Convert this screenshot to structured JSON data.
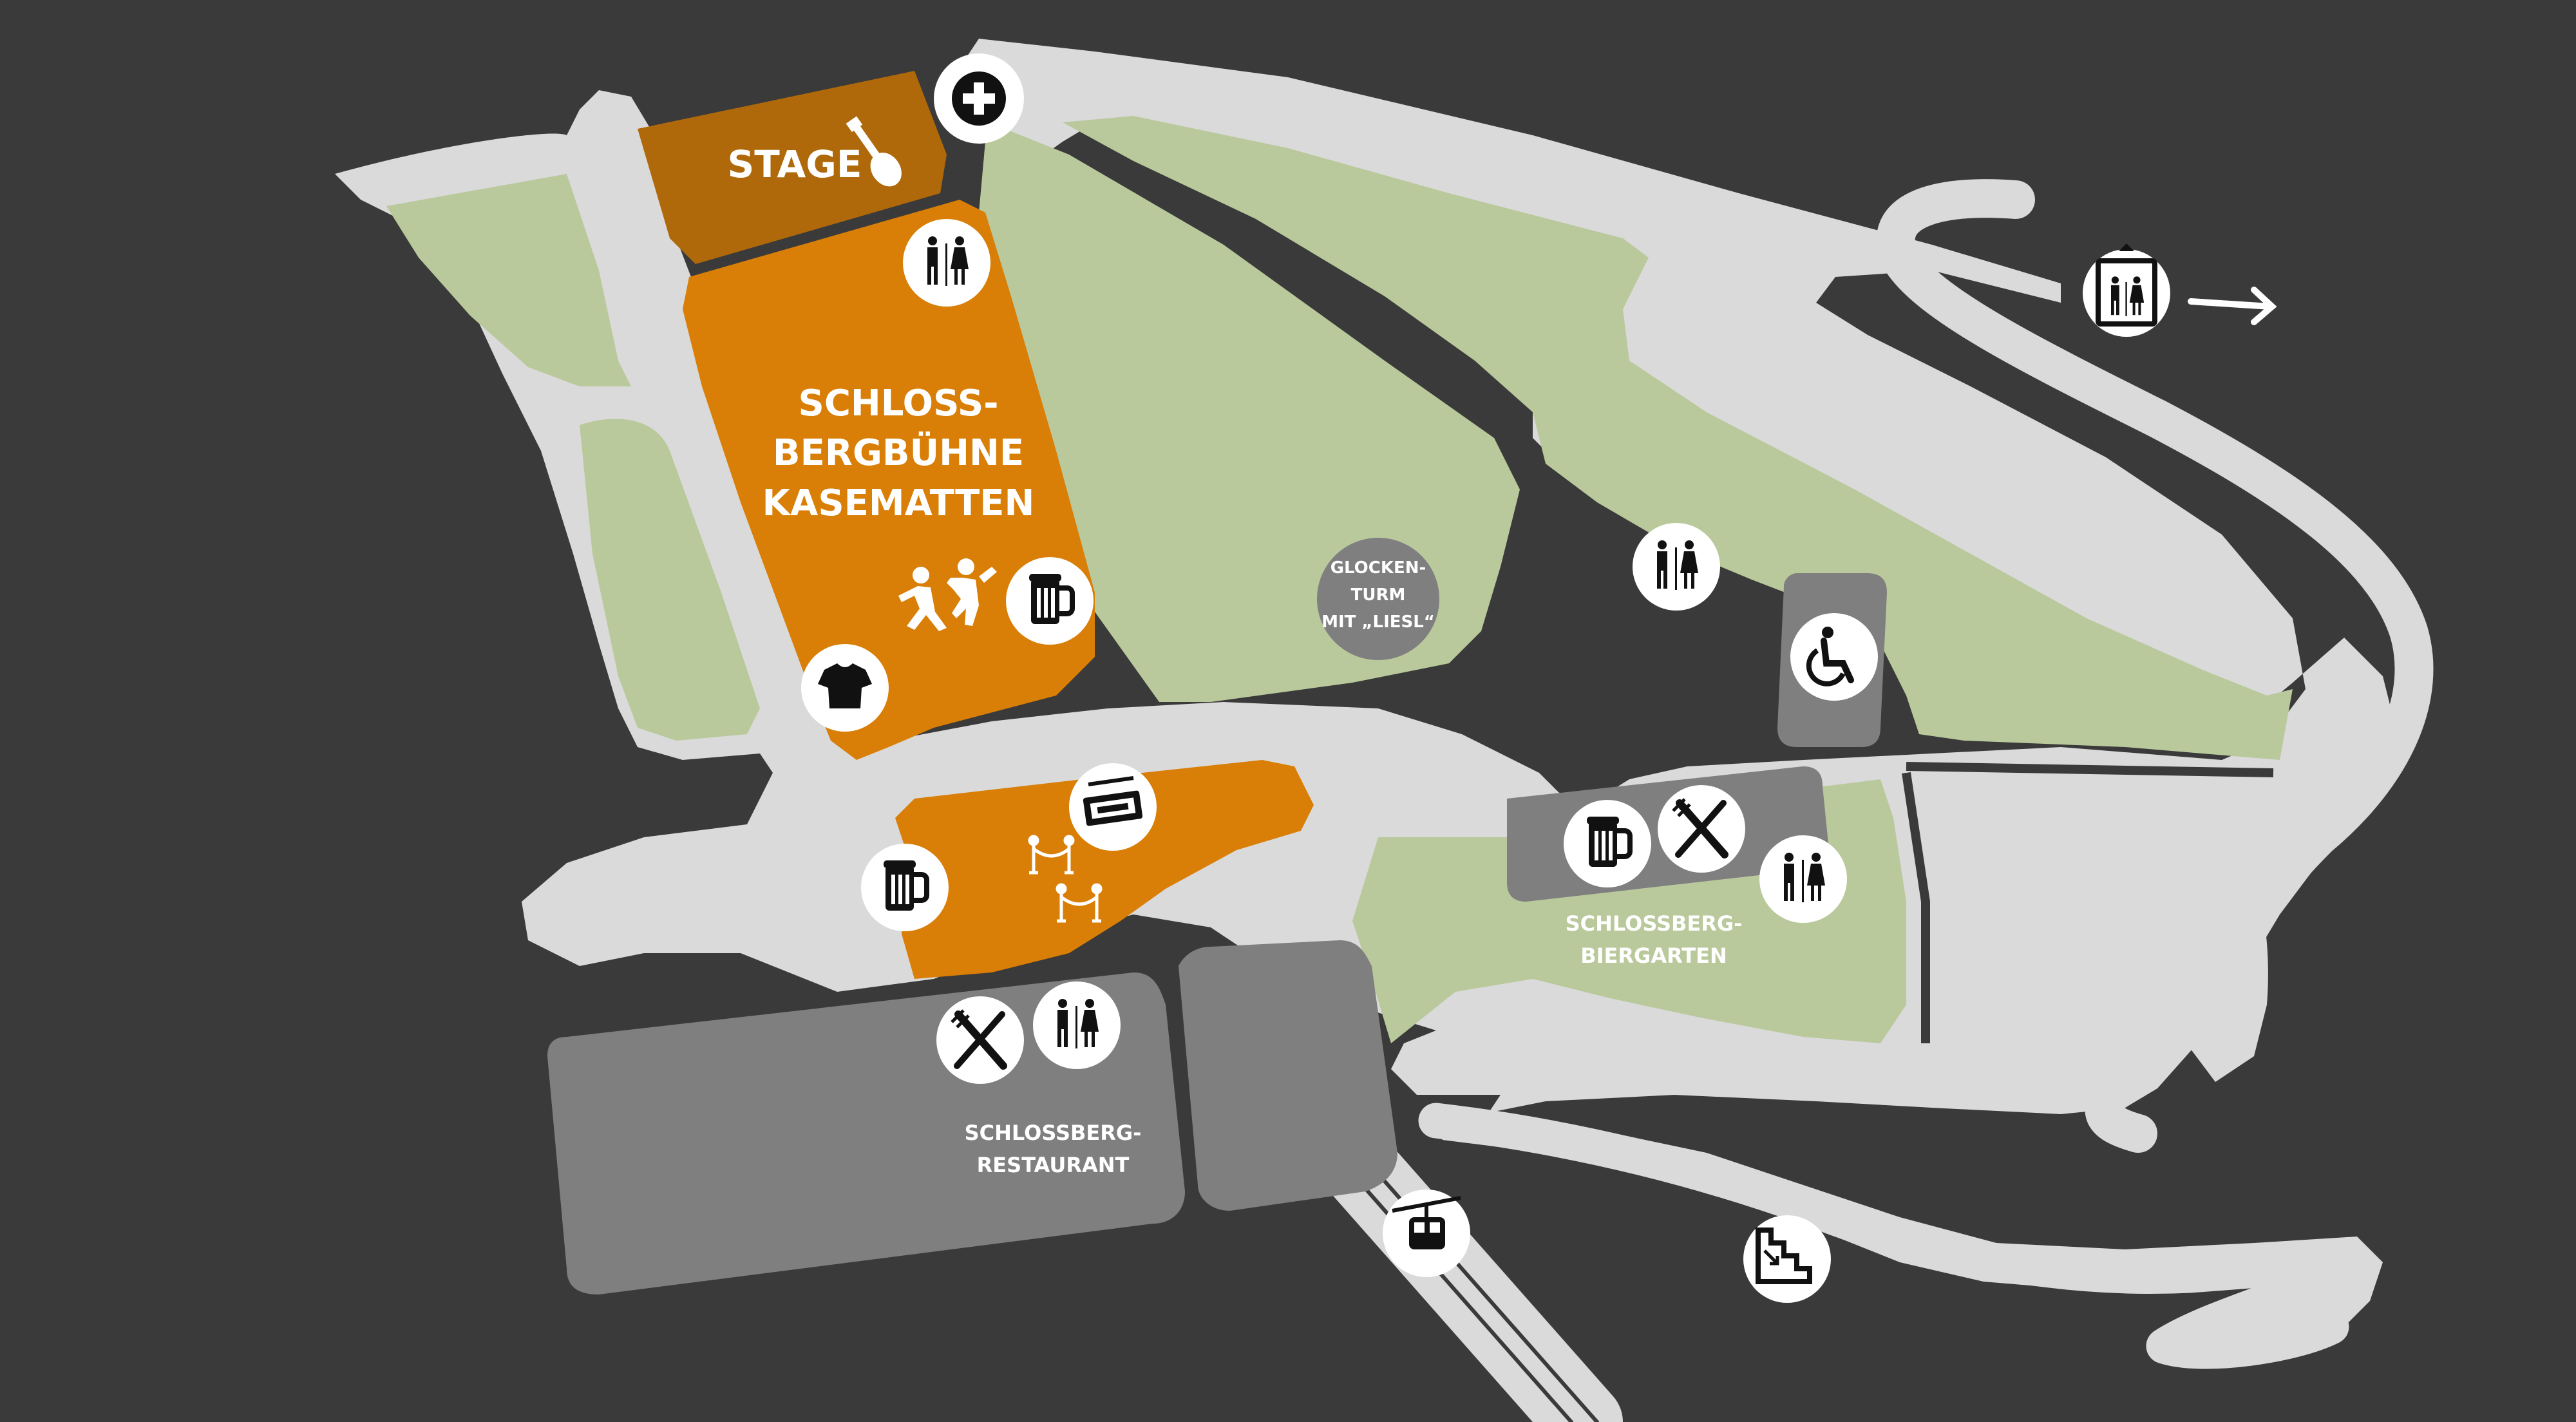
{
  "colors": {
    "background": "#3a3a3a",
    "path": "#dadada",
    "grass": "#b9c99c",
    "venue": "#d97e06",
    "stage": "#b0690a",
    "building": "#7f7f7f",
    "icon_bg": "#ffffff",
    "icon_fg": "#111111"
  },
  "labels": {
    "stage": "STAGE",
    "kasematten": [
      "SCHLOSS-",
      "BERGBÜHNE",
      "KASEMATTEN"
    ],
    "glockenturm": [
      "GLOCKEN-",
      "TURM",
      "MIT „LIESL“"
    ],
    "biergarten": [
      "SCHLOSSBERG-",
      "BIERGARTEN"
    ],
    "restaurant": [
      "SCHLOSSBERG-",
      "RESTAURANT"
    ]
  },
  "icons": [
    {
      "name": "first-aid-icon"
    },
    {
      "name": "toilets-icon"
    },
    {
      "name": "beer-icon"
    },
    {
      "name": "merchandise-icon"
    },
    {
      "name": "tickets-icon"
    },
    {
      "name": "beer-icon"
    },
    {
      "name": "toilets-icon"
    },
    {
      "name": "wheelchair-icon"
    },
    {
      "name": "beer-icon"
    },
    {
      "name": "restaurant-icon"
    },
    {
      "name": "toilets-icon"
    },
    {
      "name": "restaurant-icon"
    },
    {
      "name": "toilets-icon"
    },
    {
      "name": "elevator-icon"
    },
    {
      "name": "cable-car-icon"
    },
    {
      "name": "stairs-icon"
    }
  ]
}
